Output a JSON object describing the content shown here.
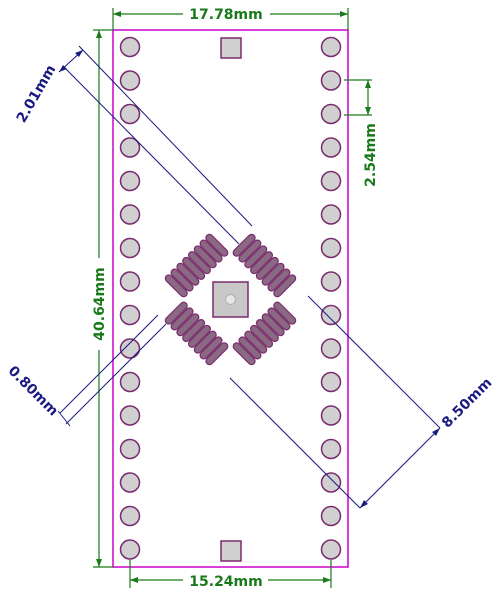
{
  "dimensions": {
    "board_width": "17.78mm",
    "row_spacing": "15.24mm",
    "board_height": "40.64mm",
    "pin_pitch": "2.54mm",
    "qfp_pad_length": "2.01mm",
    "qfp_pad_pitch": "0.80mm",
    "qfp_body_size": "8.50mm"
  },
  "colors": {
    "board_outline": "#cc00cc",
    "pad_fill": "#d0d0d0",
    "pad_stroke": "#7a2a6e",
    "smd_pad_fill": "#8a6a82",
    "dim_green": "#1a7a1a",
    "dim_blue": "#1a1a80"
  },
  "pins_per_side": 16,
  "qfp_pads_per_side": 8
}
